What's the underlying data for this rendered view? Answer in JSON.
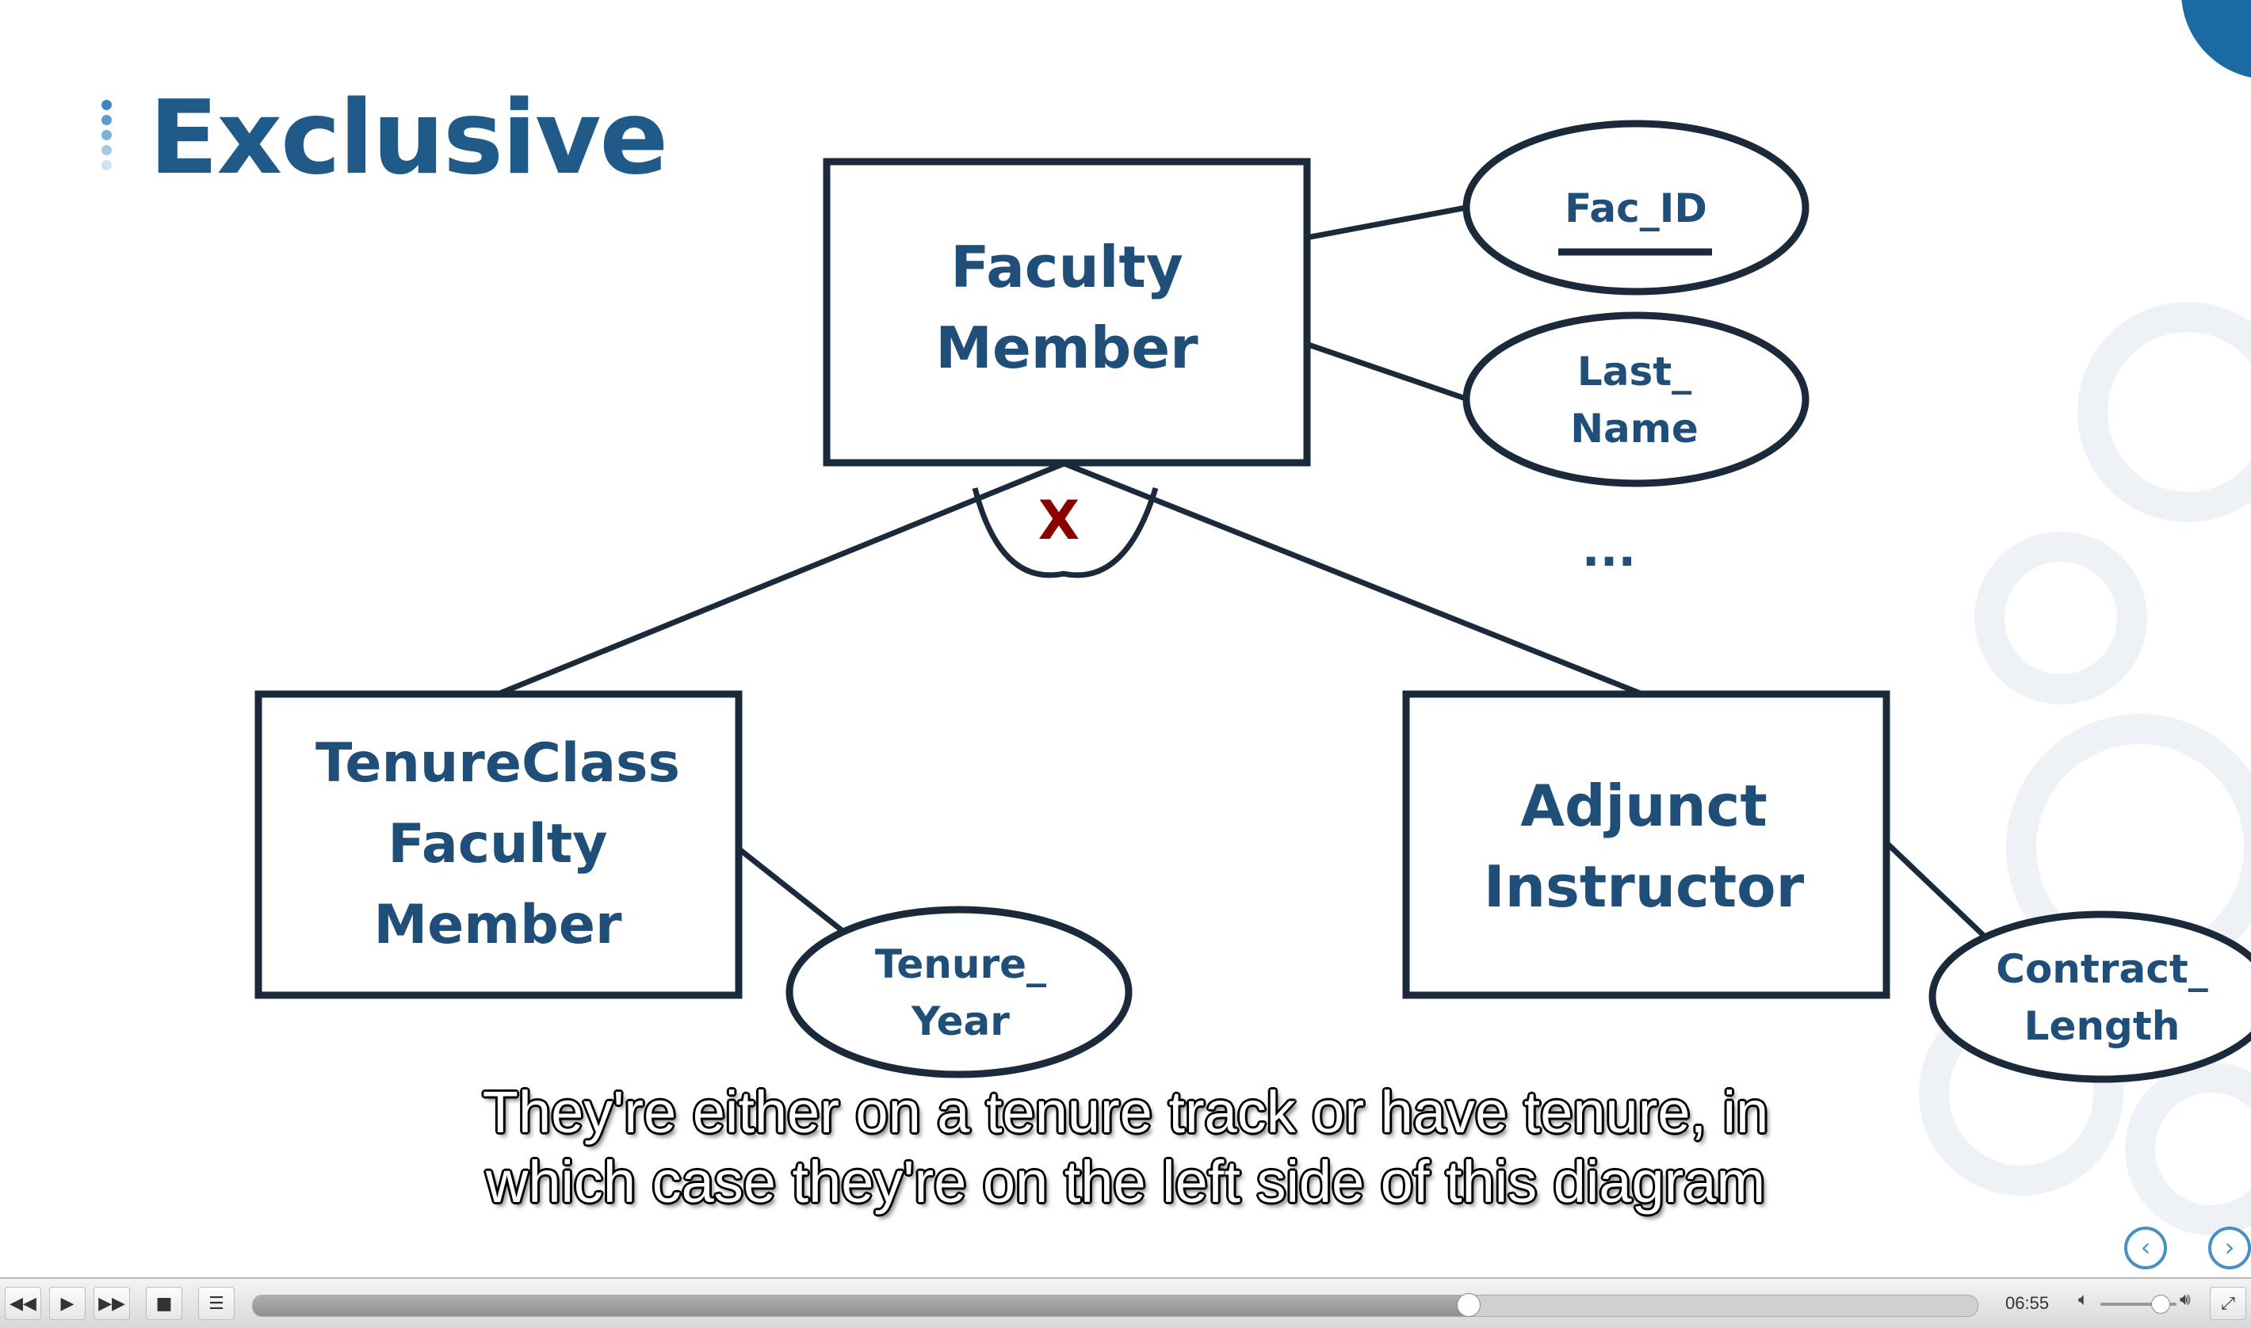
{
  "slide": {
    "title": "Exclusive",
    "accent_color": "#1f5a88",
    "dots_colors": [
      "#3e86c0",
      "#5d9ccd",
      "#7fb2da",
      "#a6cbe7",
      "#cfe2f2"
    ]
  },
  "diagram": {
    "supertype": {
      "line1": "Faculty",
      "line2": "Member"
    },
    "subtype_left": {
      "line1": "TenureClass",
      "line2": "Faculty",
      "line3": "Member"
    },
    "subtype_right": {
      "line1": "Adjunct",
      "line2": "Instructor"
    },
    "attributes": {
      "fac_id": "Fac_ID",
      "last_name_1": "Last_",
      "last_name_2": "Name",
      "more": "...",
      "tenure_year_1": "Tenure_",
      "tenure_year_2": "Year",
      "contract_length_1": "Contract_",
      "contract_length_2": "Length"
    },
    "exclusive_symbol": "X",
    "exclusive_color": "#8b0000",
    "line_color": "#1a2a3a",
    "text_color": "#1f4e79"
  },
  "caption": {
    "line1": "They're either on a tenure track or have tenure, in",
    "line2": "which case they're on the left side of this diagram"
  },
  "navigation": {
    "prev_icon": "chevron-left-icon",
    "next_icon": "chevron-right-icon"
  },
  "player": {
    "rewind_icon": "rewind-icon",
    "play_icon": "play-icon",
    "fast_forward_icon": "fast-forward-icon",
    "stop_icon": "stop-icon",
    "playlist_icon": "playlist-icon",
    "progress_fraction": 0.705,
    "time": "06:55",
    "volume_fraction": 0.78,
    "volume_low_icon": "volume-low-icon",
    "volume_high_icon": "volume-high-icon",
    "fullscreen_icon": "fullscreen-icon"
  }
}
